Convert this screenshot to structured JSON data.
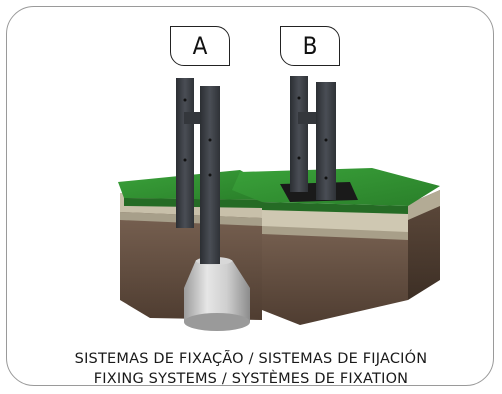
{
  "labels": {
    "a": "A",
    "b": "B"
  },
  "caption": {
    "line1": "SISTEMAS DE FIXAÇÃO / SISTEMAS DE FIJACIÓN",
    "line2": "FIXING SYSTEMS / SYSTÈMES DE FIXATION"
  },
  "colors": {
    "grass": "#2f8f2f",
    "soil": "#6b5444",
    "gravel": "#c9c2ad",
    "post": "#3a3d42",
    "concrete": "#b8b8b8",
    "border": "#9a9a9a"
  }
}
